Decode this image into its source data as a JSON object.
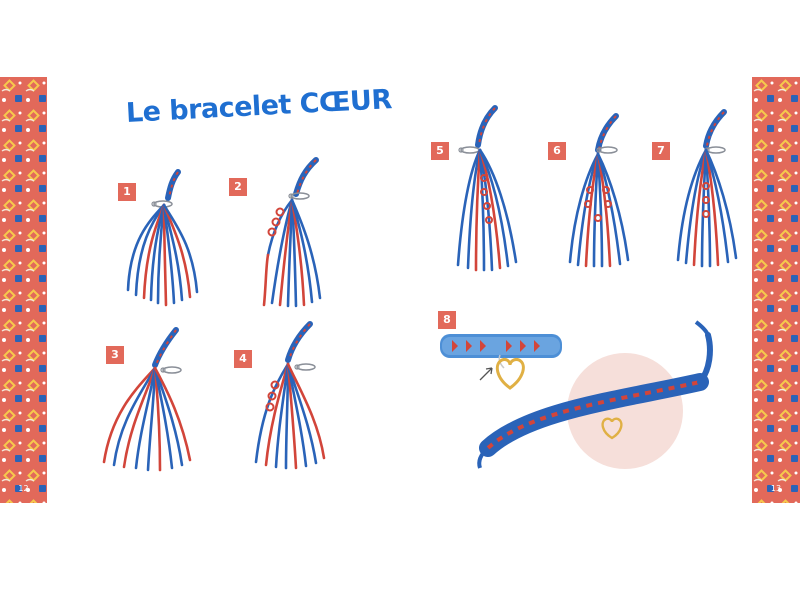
{
  "title": "Le bracelet CŒUR",
  "steps": [
    "1",
    "2",
    "3",
    "4",
    "5",
    "6",
    "7",
    "8"
  ],
  "page_numbers": {
    "left": "12",
    "right": "13"
  },
  "colors": {
    "accent": "#e2695a",
    "title_blue": "#1f6fd1",
    "thread_blue": "#2a63b8",
    "thread_red": "#d2453a",
    "pink_circle": "#f6dfda",
    "charm_gold": "#e0b044"
  },
  "icons": {
    "safety_pin": "safety-pin-icon",
    "heart_charm": "heart-charm-icon",
    "pointer_arrow": "arrow-icon"
  }
}
